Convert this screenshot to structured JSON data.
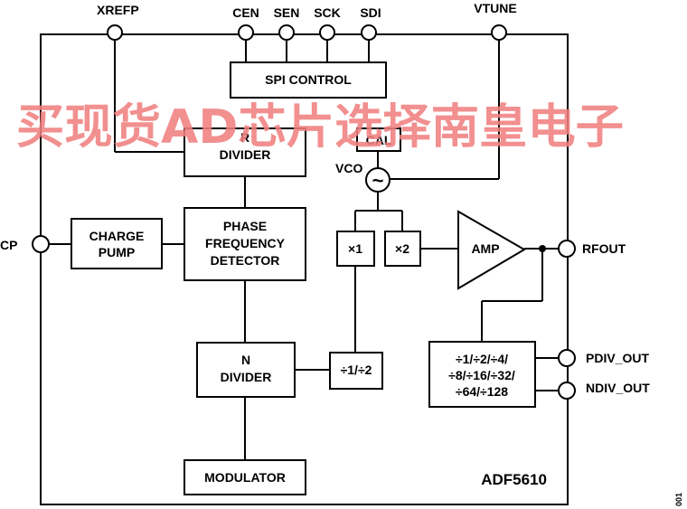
{
  "pins": {
    "xrefp": "XREFP",
    "cen": "CEN",
    "sen": "SEN",
    "sck": "SCK",
    "sdi": "SDI",
    "vtune": "VTUNE",
    "cp": "CP",
    "rfout": "RFOUT",
    "pdiv_out": "PDIV_OUT",
    "ndiv_out": "NDIV_OUT"
  },
  "blocks": {
    "spi_control": "SPI CONTROL",
    "r_divider_line1": "R",
    "r_divider_line2": "DIVIDER",
    "cal": "CAL",
    "vco_label": "VCO",
    "vco_symbol": "~",
    "charge_pump_line1": "CHARGE",
    "charge_pump_line2": "PUMP",
    "pfd_line1": "PHASE",
    "pfd_line2": "FREQUENCY",
    "pfd_line3": "DETECTOR",
    "x1": "×1",
    "x2": "×2",
    "amp": "AMP",
    "n_divider_line1": "N",
    "n_divider_line2": "DIVIDER",
    "div12": "÷1/÷2",
    "outdiv_line1": "÷1/÷2/÷4/",
    "outdiv_line2": "÷8/÷16/÷32/",
    "outdiv_line3": "÷64/÷128",
    "modulator": "MODULATOR"
  },
  "part_number": "ADF5610",
  "figure_code": "001",
  "watermark": "买现货AD芯片选择南皇电子",
  "colors": {
    "line": "#000000",
    "watermark": "#f08080"
  }
}
